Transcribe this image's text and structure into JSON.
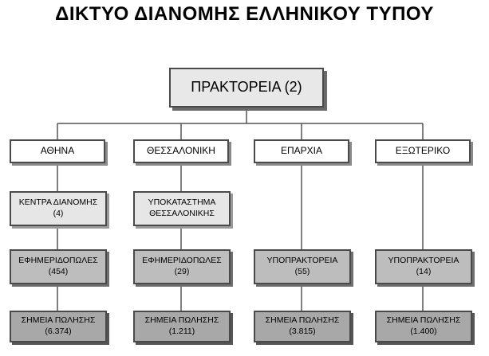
{
  "title": "ΔΙΚΤΥΟ ΔΙΑΝΟΜΗΣ ΕΛΛΗΝΙΚΟΥ ΤΥΠΟΥ",
  "root": {
    "label": "ΠΡΑΚΤΟΡΕΙΑ (2)"
  },
  "regions": [
    {
      "label": "ΑΘΗΝΑ"
    },
    {
      "label": "ΘΕΣΣΑΛΟΝΙΚΗ"
    },
    {
      "label": "ΕΠΑΡΧΙΑ"
    },
    {
      "label": "ΕΞΩΤΕΡΙΚΟ"
    }
  ],
  "level2": [
    {
      "line1": "ΚΕΝΤΡΑ ΔΙΑΝΟΜΗΣ",
      "line2": "(4)"
    },
    {
      "line1": "ΥΠΟΚΑΤΑΣΤΗΜΑ",
      "line2": "ΘΕΣΣΑΛΟΝΙΚΗΣ"
    }
  ],
  "level3": [
    {
      "line1": "ΕΦΗΜΕΡΙΔΟΠΩΛΕΣ",
      "line2": "(454)"
    },
    {
      "line1": "ΕΦΗΜΕΡΙΔΟΠΩΛΕΣ",
      "line2": "(29)"
    },
    {
      "line1": "ΥΠΟΠΡΑΚΤΟΡΕΙΑ",
      "line2": "(55)"
    },
    {
      "line1": "ΥΠΟΠΡΑΚΤΟΡΕΙΑ",
      "line2": "(14)"
    }
  ],
  "level4": [
    {
      "line1": "ΣΗΜΕΙΑ ΠΩΛΗΣΗΣ",
      "line2": "(6.374)"
    },
    {
      "line1": "ΣΗΜΕΙΑ ΠΩΛΗΣΗΣ",
      "line2": "(1.211)"
    },
    {
      "line1": "ΣΗΜΕΙΑ ΠΩΛΗΣΗΣ",
      "line2": "(3.815)"
    },
    {
      "line1": "ΣΗΜΕΙΑ ΠΩΛΗΣΗΣ",
      "line2": "(1.400)"
    }
  ]
}
